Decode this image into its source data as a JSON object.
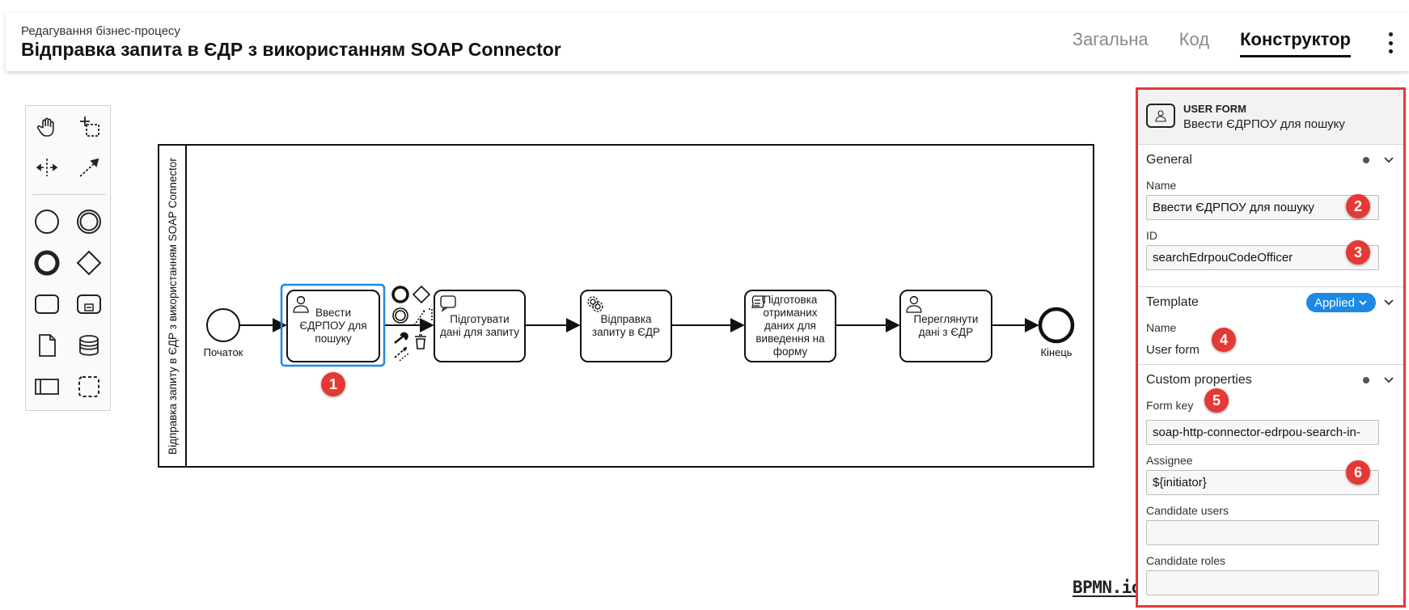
{
  "header": {
    "subtitle": "Редагування бізнес-процесу",
    "title": "Відправка запита в ЄДР з використанням SOAP Connector",
    "tabs": [
      {
        "label": "Загальна",
        "active": false
      },
      {
        "label": "Код",
        "active": false
      },
      {
        "label": "Конструктор",
        "active": true
      }
    ],
    "menu_icon": "kebab-menu-icon"
  },
  "palette": {
    "tools": [
      "hand-tool-icon",
      "lasso-tool-icon",
      "space-tool-icon",
      "global-connect-tool-icon"
    ],
    "elements": [
      "start-event-icon",
      "intermediate-event-icon",
      "end-event-icon",
      "gateway-icon",
      "task-icon",
      "subprocess-icon",
      "data-object-icon",
      "data-store-icon",
      "participant-pool-icon",
      "group-icon"
    ]
  },
  "diagram": {
    "pool_label": "Відправка запиту в ЄДР з використанням SOAP Connector",
    "start_label": "Початок",
    "end_label": "Кінець",
    "tasks": [
      {
        "label": "Ввести ЄДРПОУ для пошуку",
        "type": "user",
        "selected": true
      },
      {
        "label": "Підготувати дані для запиту",
        "type": "script"
      },
      {
        "label": "Відправка запиту в ЄДР",
        "type": "service"
      },
      {
        "label": "Підготовка отриманих даних для виведення на форму",
        "type": "script"
      },
      {
        "label": "Переглянути дані з ЄДР",
        "type": "user"
      }
    ],
    "logo": "BPMN.io"
  },
  "markers": [
    "1",
    "2",
    "3",
    "4",
    "5",
    "6"
  ],
  "panel": {
    "element_type": "USER FORM",
    "element_name": "Ввести ЄДРПОУ для пошуку",
    "general": {
      "title": "General",
      "name_label": "Name",
      "name_value": "Ввести ЄДРПОУ для пошуку",
      "id_label": "ID",
      "id_value": "searchEdrpouCodeOfficer"
    },
    "template": {
      "title": "Template",
      "badge": "Applied",
      "name_label": "Name",
      "name_value": "User form"
    },
    "custom": {
      "title": "Custom properties",
      "form_key_label": "Form key",
      "form_key_value": "soap-http-connector-edrpou-search-in-",
      "assignee_label": "Assignee",
      "assignee_value": "${initiator}",
      "candidate_users_label": "Candidate users",
      "candidate_users_value": "",
      "candidate_roles_label": "Candidate roles",
      "candidate_roles_value": ""
    }
  },
  "colors": {
    "accent_red": "#e53935",
    "selection_blue": "#1e88e5",
    "applied_badge": "#1e88e5"
  }
}
